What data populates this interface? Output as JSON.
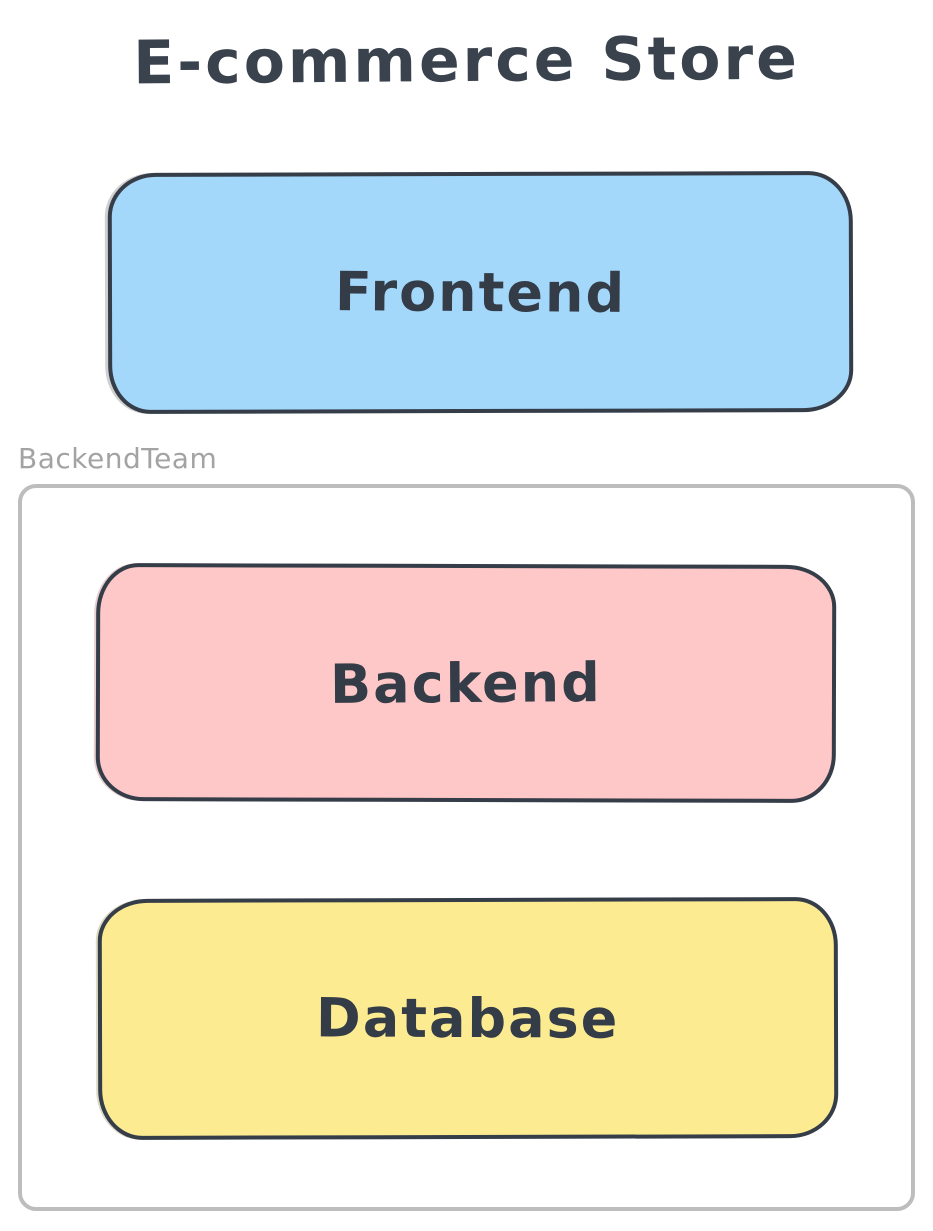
{
  "diagram": {
    "title": "E-commerce Store",
    "title_color": "#3a424d",
    "node_stroke_color": "#353d49",
    "node_text_color": "#343c47",
    "nodes": [
      {
        "id": "frontend",
        "label": "Frontend",
        "fill": "#a4d8fb"
      },
      {
        "id": "backend",
        "label": "Backend",
        "fill": "#ffc8c8"
      },
      {
        "id": "database",
        "label": "Database",
        "fill": "#fdeb92"
      }
    ],
    "cluster": {
      "label": "BackendTeam",
      "label_color": "#a3a3a3",
      "border_color": "#bdbdbd",
      "contains": [
        "backend",
        "database"
      ]
    }
  }
}
